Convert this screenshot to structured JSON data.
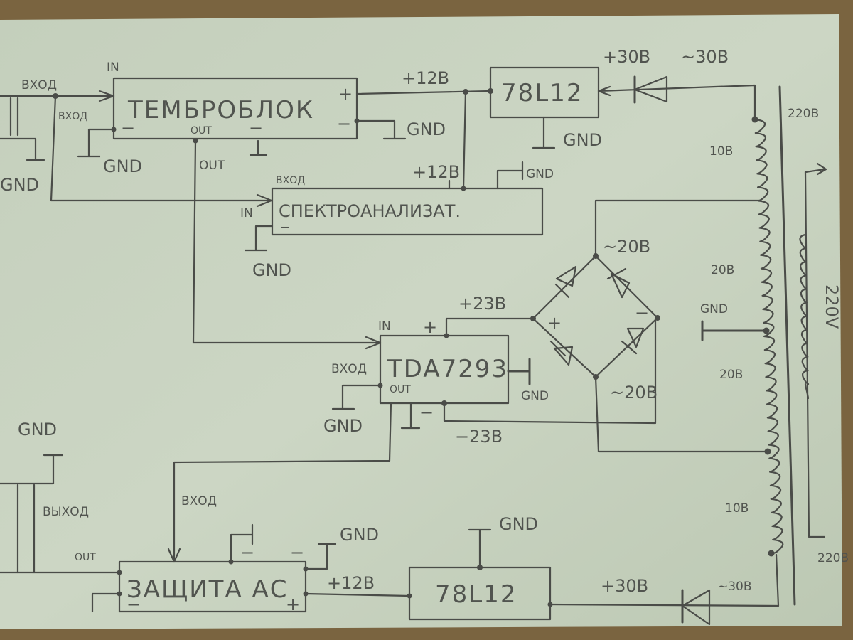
{
  "title": "Hand-drawn amplifier wiring schematic (photo)",
  "colors": {
    "paper": "#c9d3c0",
    "ink": "#4a4c48",
    "table": "#7a6440"
  },
  "blocks": {
    "tone_block": {
      "name": "ТЕМБРОБЛОК",
      "in": "IN",
      "input_label": "ВХОД",
      "input_label2": "ВХОД",
      "out": "OUT",
      "out2": "OUT",
      "plus": "+",
      "minus": "−",
      "minus2": "−",
      "minus3": "−"
    },
    "spectrum": {
      "name": "СПЕКТРОАНАЛИЗАТ.",
      "in": "IN",
      "input_label": "ВХОД",
      "minus": "−",
      "plus": "+",
      "minus_top": "−"
    },
    "amp": {
      "name": "TDA7293",
      "in": "IN",
      "input_label": "ВХОД",
      "out": "OUT",
      "plus": "+",
      "minus": "−"
    },
    "protection": {
      "name": "ЗАЩИТА АС",
      "input_label": "ВХОД",
      "out": "OUT",
      "output_label": "ВЫХОД",
      "minus": "−",
      "minus2": "−",
      "minus3": "−",
      "plus": "+"
    },
    "reg_top": {
      "name": "78L12"
    },
    "reg_bottom": {
      "name": "78L12"
    }
  },
  "labels": {
    "gnd": "GND",
    "plus12": "+12В",
    "plus12b": "+12В",
    "plus30": "+30В",
    "ac30": "~30В",
    "plus23": "+23В",
    "minus23": "−23В",
    "ac20": "~20В",
    "winding_10": "10В",
    "winding_20": "20В",
    "winding_220": "220В",
    "primary_220": "220V",
    "bridge_plus": "+",
    "bridge_minus": "−",
    "input_left": "ВХОД"
  }
}
